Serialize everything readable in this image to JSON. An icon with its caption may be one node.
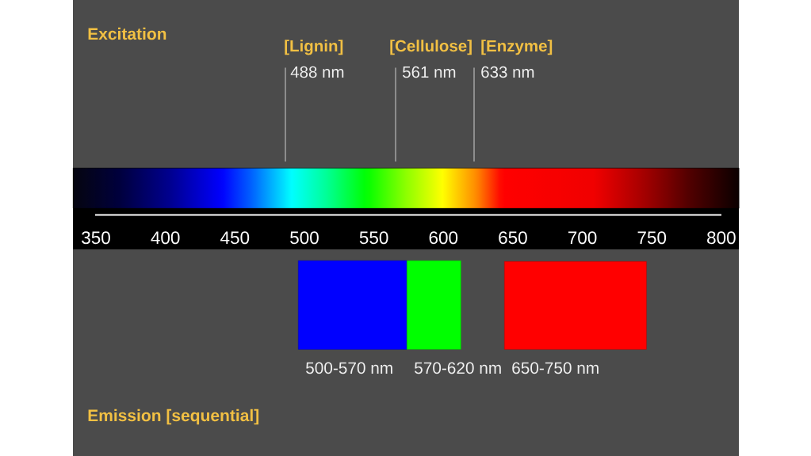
{
  "diagram": {
    "nodes": [
      {
        "text": [
          "[Lignin]",
          "488 nm"
        ]
      },
      {
        "text": [
          "[Cellulose]",
          "561 nm"
        ]
      },
      {
        "text": [
          "[Enzyme]",
          "633 nm"
        ]
      },
      {
        "text": [],
        "shape": "bar"
      },
      {
        "text": [],
        "shape": "box",
        "beside": [
          "500-570 nm"
        ]
      },
      {
        "text": [],
        "shape": "box",
        "beside": [
          "570-620 nm"
        ]
      },
      {
        "text": [],
        "shape": "box",
        "beside": [
          "650-750 nm"
        ]
      }
    ],
    "edges": [
      {
        "from": 0,
        "to": 3,
        "arrow": "none"
      },
      {
        "from": 1,
        "to": 3,
        "arrow": "none"
      },
      {
        "from": 2,
        "to": 3,
        "arrow": "none"
      }
    ],
    "labels": [
      "Excitation",
      "350",
      "400",
      "450",
      "500",
      "550",
      "600",
      "650",
      "700",
      "750",
      "800",
      "Emission [sequential]"
    ]
  }
}
